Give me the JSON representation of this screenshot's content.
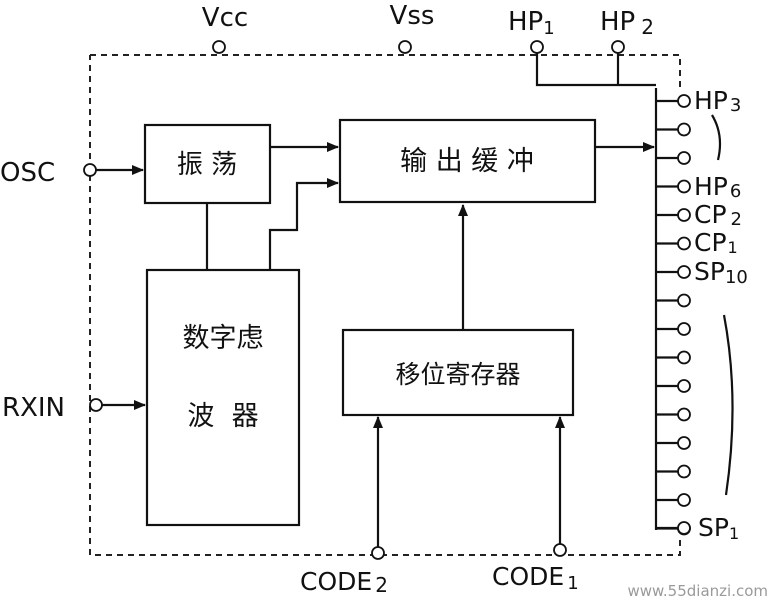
{
  "blocks": {
    "oscillator": "振 荡",
    "output_buffer": "输 出 缓 冲",
    "digital_filter_line1": "数字虑",
    "digital_filter_line2": "波  器",
    "shift_register": "移位寄存器"
  },
  "pins": {
    "vcc": "Vcc",
    "vss": "Vss",
    "hp1": {
      "base": "HP",
      "sub": "1"
    },
    "hp2": {
      "base": "HP",
      "sub": "2"
    },
    "hp3": {
      "base": "HP",
      "sub": "3"
    },
    "hp6": {
      "base": "HP",
      "sub": "6"
    },
    "cp2": {
      "base": "CP",
      "sub": "2"
    },
    "cp1": {
      "base": "CP",
      "sub": "1"
    },
    "sp10": {
      "base": "SP",
      "sub": "10"
    },
    "sp1": {
      "base": "SP",
      "sub": "1"
    },
    "osc": "OSC",
    "rxin": "RXIN",
    "code2": {
      "base": "CODE",
      "sub": "2"
    },
    "code1": {
      "base": "CODE",
      "sub": "1"
    }
  },
  "watermark": "www.55dianzi.com"
}
